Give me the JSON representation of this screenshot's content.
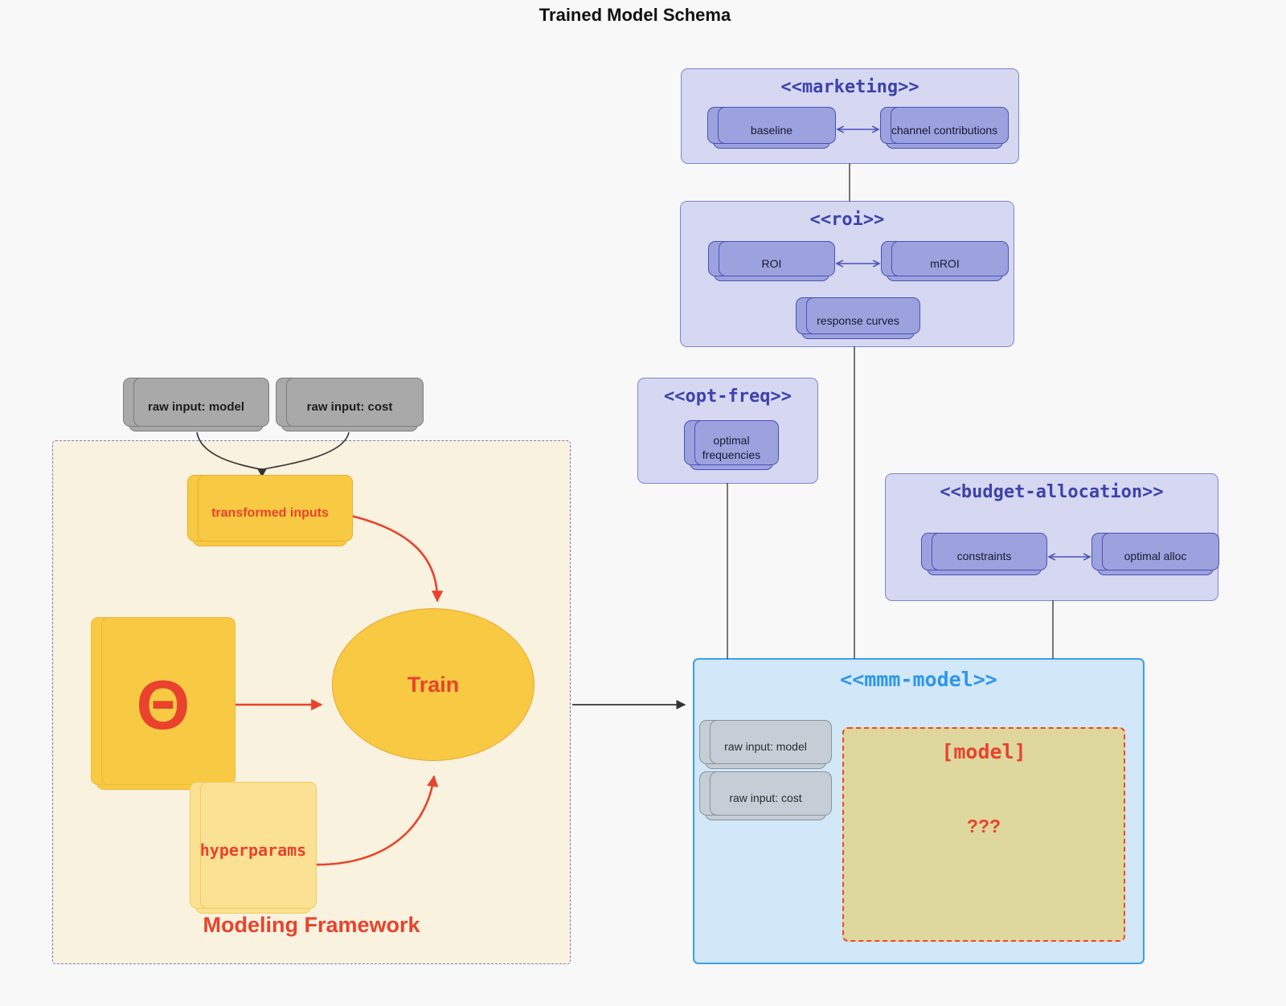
{
  "title": "Trained Model Schema",
  "colors": {
    "background": "#f8f8f8",
    "purple_cluster_fill": "#d5d8f0",
    "purple_cluster_border": "#7e84d8",
    "purple_title": "#3c41ac",
    "purple_card_fill": "#9ca2de",
    "purple_card_border": "#4a51b8",
    "blue_cluster_fill": "#d2e7f8",
    "blue_cluster_border": "#3aa0f0",
    "blue_title": "#2d97ea",
    "gold_fill": "#f8c942",
    "gold_light_fill": "#fbe194",
    "khaki_fill": "#ded89e",
    "red_accent": "#e9422d",
    "gray_card_fill": "#a9a9a9",
    "gray_light_card_fill": "#c5ced6",
    "framework_fill": "#f9f2de",
    "framework_border": "#7579ce",
    "connector_gray": "#4a4a4a"
  },
  "external_inputs": [
    "raw input: model",
    "raw input: cost"
  ],
  "clusters": {
    "marketing": {
      "title": "<<marketing>>",
      "cards": [
        "baseline",
        "channel contributions"
      ]
    },
    "roi": {
      "title": "<<roi>>",
      "cards": [
        "ROI",
        "mROI",
        "response curves"
      ]
    },
    "opt_freq": {
      "title": "<<opt-freq>>",
      "cards": [
        "optimal frequencies"
      ]
    },
    "budget": {
      "title": "<<budget-allocation>>",
      "cards": [
        "constraints",
        "optimal alloc"
      ]
    },
    "mmm": {
      "title": "<<mmm-model>>",
      "cards": [
        "raw input: model",
        "raw input: cost"
      ],
      "model": {
        "title": "[model]",
        "placeholder": "???"
      }
    }
  },
  "framework": {
    "label": "Modeling Framework",
    "nodes": {
      "transformed": "transformed inputs",
      "theta": "Θ",
      "train": "Train",
      "hyperparams": "hyperparams"
    }
  }
}
